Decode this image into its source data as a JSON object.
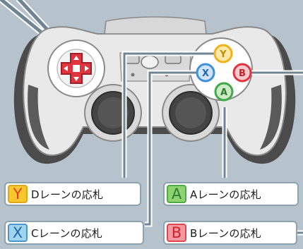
{
  "buttons": {
    "y": {
      "letter": "Y",
      "color": "#f0b21a"
    },
    "x": {
      "letter": "X",
      "color": "#3f8fdc"
    },
    "b": {
      "letter": "B",
      "color": "#e0343f"
    },
    "a": {
      "letter": "A",
      "color": "#3fa94a"
    }
  },
  "dpad_color": "#e0343f",
  "labels": [
    {
      "key": "Y",
      "text": "Dレーンの応札",
      "chip_bg": "#f7c72c",
      "chip_fg": "#e23b2a",
      "chip_border": "#e0a521"
    },
    {
      "key": "A",
      "text": "Aレーンの応札",
      "chip_bg": "#8ed36e",
      "chip_fg": "#2f7d32",
      "chip_border": "#4caa48"
    },
    {
      "key": "X",
      "text": "Cレーンの応札",
      "chip_bg": "#9fd6ee",
      "chip_fg": "#2166b3",
      "chip_border": "#4a94cf"
    },
    {
      "key": "B",
      "text": "Bレーンの応札",
      "chip_bg": "#f39aa1",
      "chip_fg": "#d32030",
      "chip_border": "#e14450"
    }
  ]
}
